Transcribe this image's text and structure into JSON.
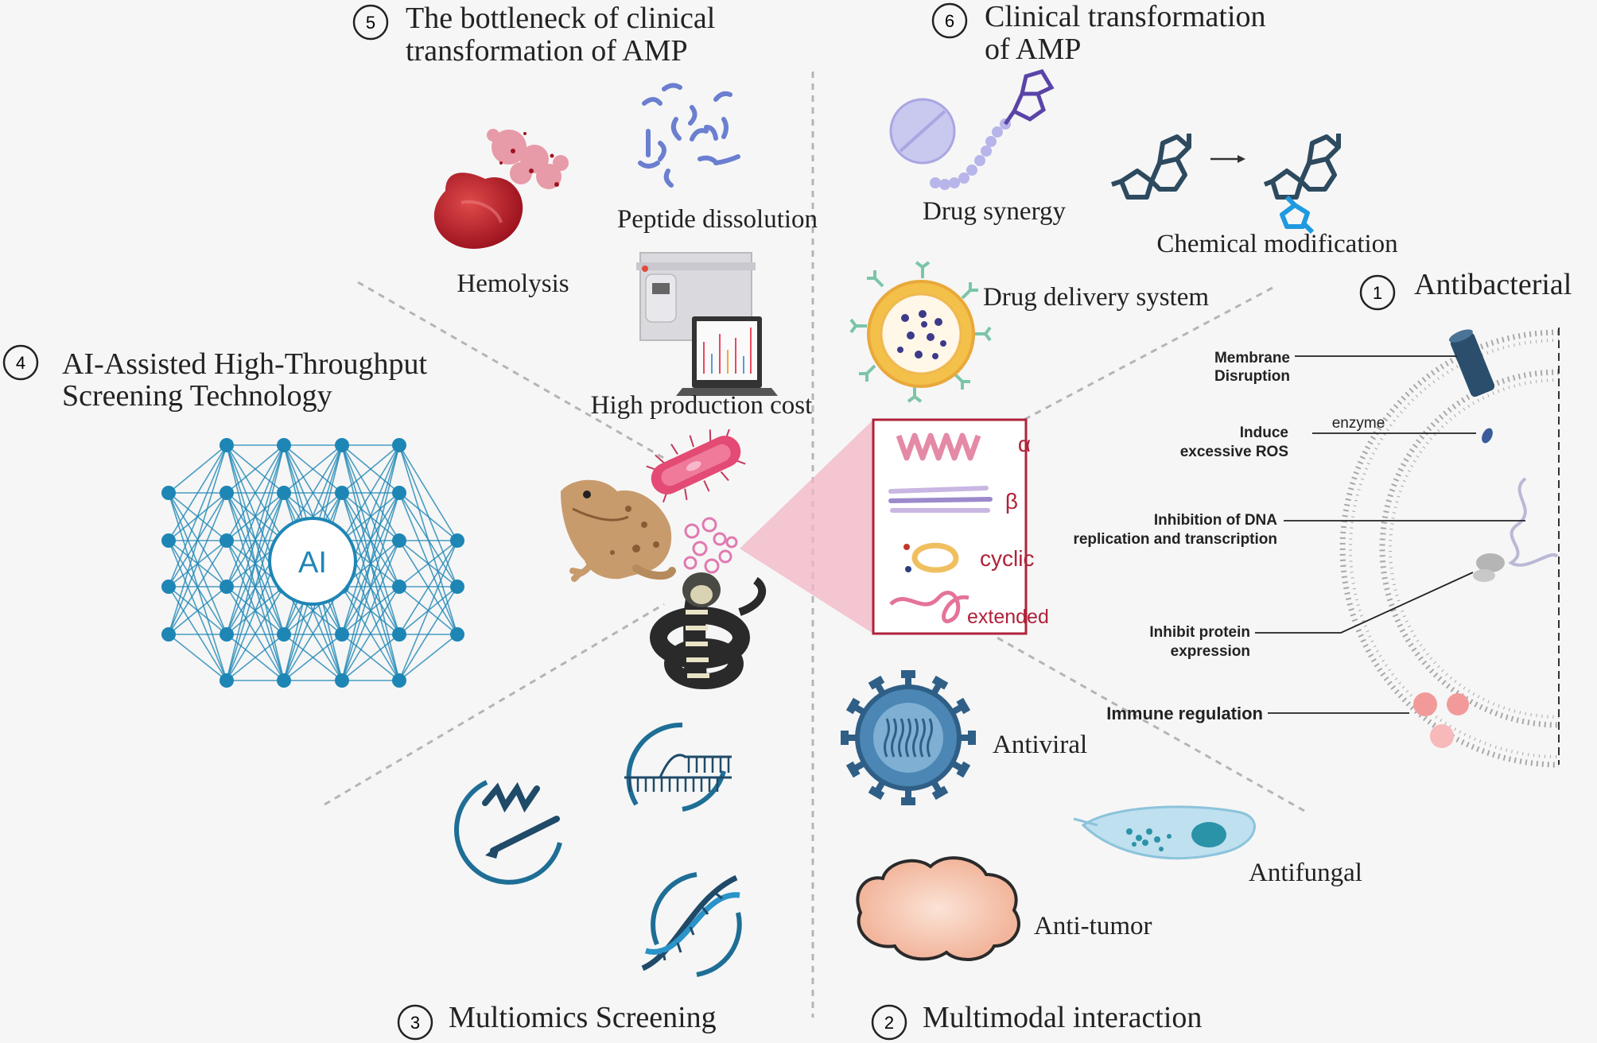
{
  "sections": {
    "s1": {
      "number": "1",
      "title": "Antibacterial"
    },
    "s2": {
      "number": "2",
      "title": "Multimodal interaction"
    },
    "s3": {
      "number": "3",
      "title": "Multiomics Screening"
    },
    "s4": {
      "number": "4",
      "line1": "AI-Assisted High-Throughput",
      "line2": "Screening Technology"
    },
    "s5": {
      "number": "5",
      "line1": "The bottleneck of clinical",
      "line2": "transformation of AMP"
    },
    "s6": {
      "number": "6",
      "line1": "Clinical transformation",
      "line2": "of AMP"
    }
  },
  "bottleneck": {
    "hemolysis": "Hemolysis",
    "peptide_dissolution": "Peptide dissolution",
    "high_production_cost": "High production cost"
  },
  "clinical": {
    "drug_synergy": "Drug synergy",
    "chemical_modification": "Chemical modification",
    "drug_delivery_system": "Drug delivery system"
  },
  "ai_network": {
    "center_label": "AI"
  },
  "structures": {
    "alpha": "α",
    "beta": "β",
    "cyclic": "cyclic",
    "extended": "extended"
  },
  "antibacterial": {
    "membrane_line1": "Membrane",
    "membrane_line2": "Disruption",
    "enzyme": "enzyme",
    "ros_line1": "Induce",
    "ros_line2": "excessive ROS",
    "dna_line1": "Inhibition of DNA",
    "dna_line2": "replication and transcription",
    "protein_line1": "Inhibit protein",
    "protein_line2": "expression",
    "immune": "Immune regulation"
  },
  "multimodal": {
    "antiviral": "Antiviral",
    "antifungal": "Antifungal",
    "anti_tumor": "Anti-tumor"
  },
  "colors": {
    "network": "#1e86b5",
    "frame": "#b0223a",
    "structure_text": "#b0223a",
    "blood": "#b81f2b",
    "molecule": "#2d4a5f",
    "divider": "#aaaaaa"
  }
}
